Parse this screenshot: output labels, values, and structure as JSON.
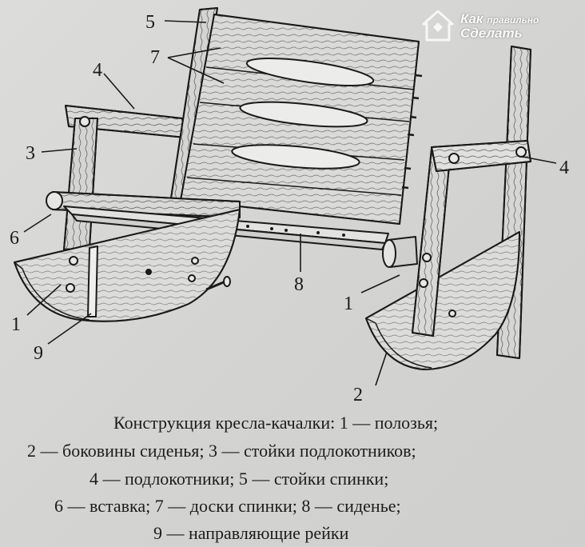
{
  "watermark": {
    "line1_main": "Как",
    "line1_small": "правильно",
    "line2": "Сделать"
  },
  "labels": {
    "n1_left": "1",
    "n2": "2",
    "n3": "3",
    "n4_left": "4",
    "n4_right": "4",
    "n5": "5",
    "n6": "6",
    "n7": "7",
    "n8": "8",
    "n9": "9",
    "n1_right": "1"
  },
  "caption": {
    "line1": "Конструкция кресла-качалки: 1 — полозья;",
    "line2": "2 — боковины сиденья; 3 — стойки подлокотников;",
    "line3": "4 — подлокотники; 5 — стойки спинки;",
    "line4": "6 — вставка; 7 — доски спинки; 8 — сиденье;",
    "line5": "9 — направляющие рейки"
  }
}
